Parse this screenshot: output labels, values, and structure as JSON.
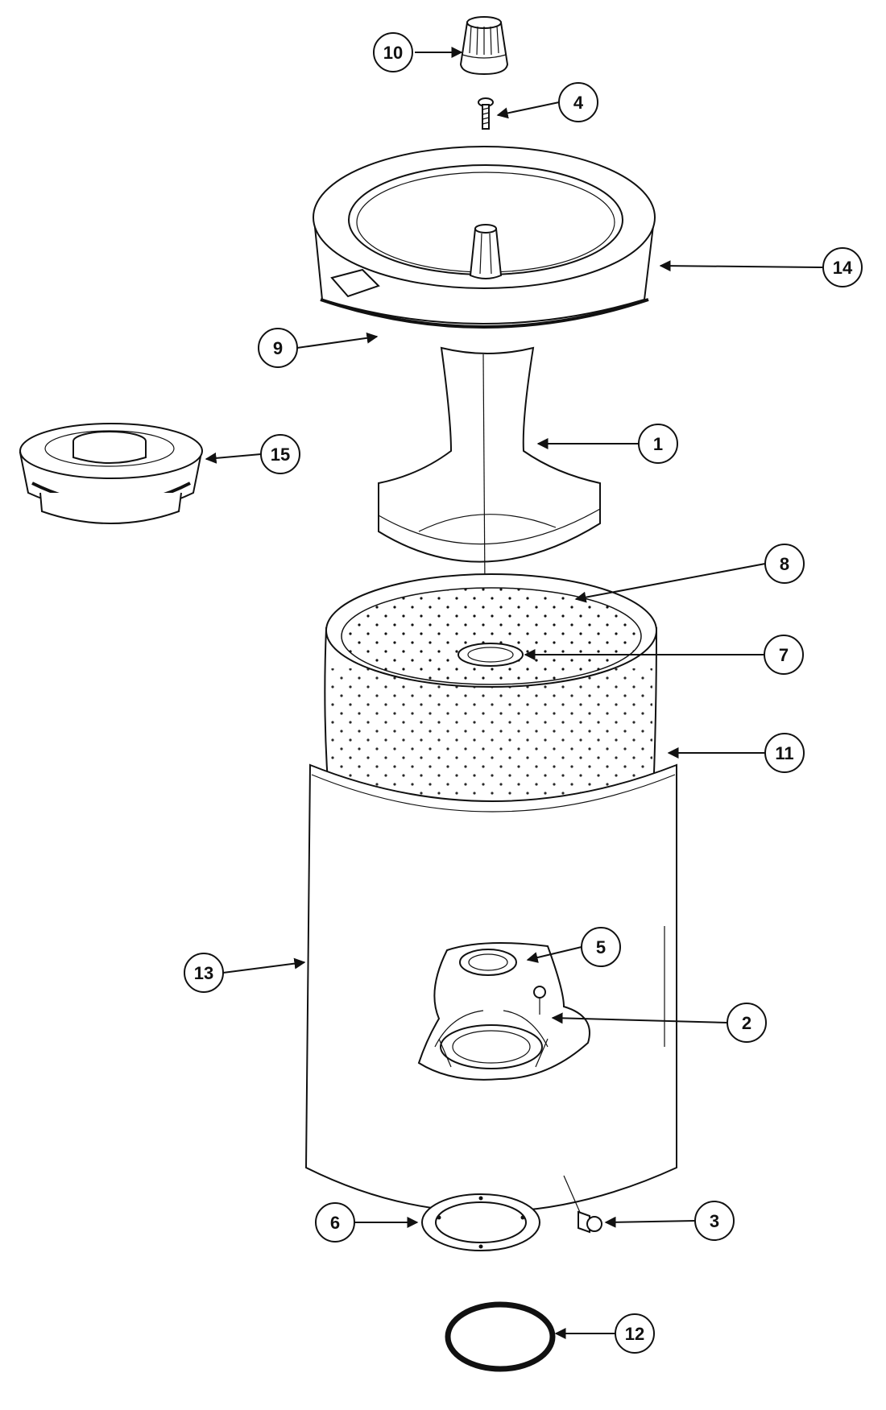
{
  "diagram": {
    "callouts": [
      {
        "id": "1",
        "label": "1"
      },
      {
        "id": "2",
        "label": "2"
      },
      {
        "id": "3",
        "label": "3"
      },
      {
        "id": "4",
        "label": "4"
      },
      {
        "id": "5",
        "label": "5"
      },
      {
        "id": "6",
        "label": "6"
      },
      {
        "id": "7",
        "label": "7"
      },
      {
        "id": "8",
        "label": "8"
      },
      {
        "id": "9",
        "label": "9"
      },
      {
        "id": "10",
        "label": "10"
      },
      {
        "id": "11",
        "label": "11"
      },
      {
        "id": "12",
        "label": "12"
      },
      {
        "id": "13",
        "label": "13"
      },
      {
        "id": "14",
        "label": "14"
      },
      {
        "id": "15",
        "label": "15"
      }
    ],
    "colors": {
      "ink": "#111111",
      "paper": "#ffffff"
    }
  }
}
